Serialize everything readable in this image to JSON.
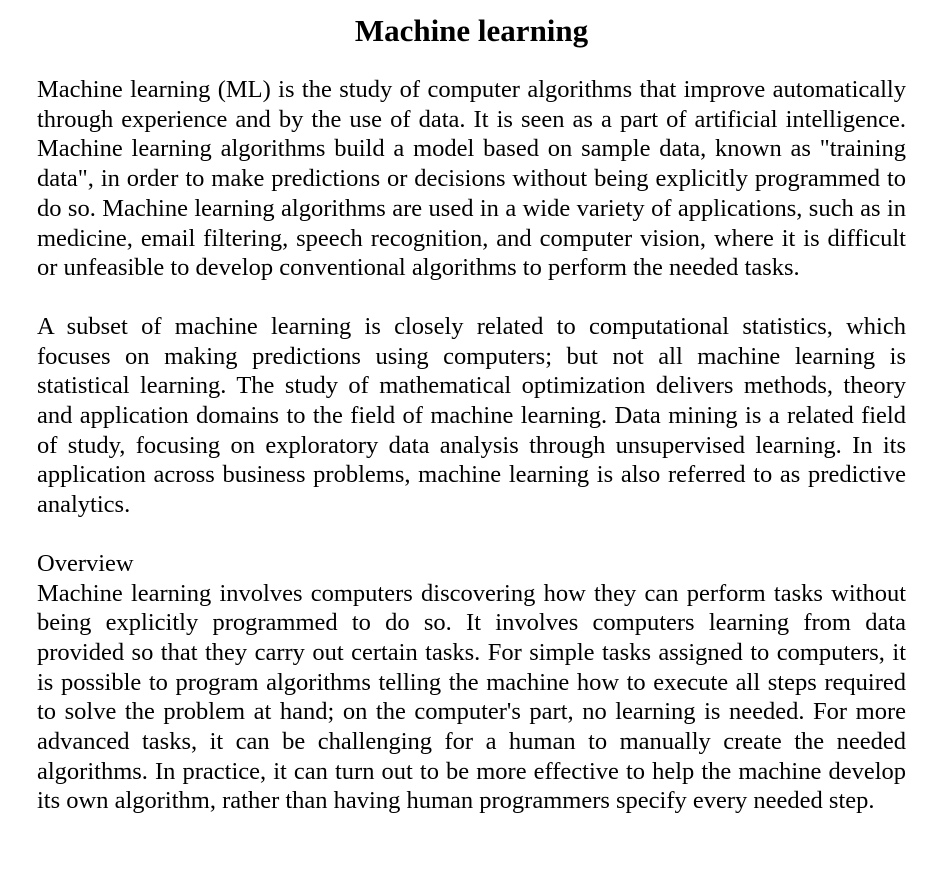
{
  "document": {
    "title": "Machine learning",
    "paragraphs": [
      "Machine learning (ML) is the study of computer algorithms that improve automatically through experience and by the use of data. It is seen as a part of artificial intelligence. Machine learning algorithms build a model based on sample data, known as \"training data\", in order to make predictions or decisions without being explicitly programmed to do so. Machine learning algorithms are used in a wide variety of applications, such as in medicine, email filtering, speech recognition, and computer vision, where it is difficult or unfeasible to develop conventional algorithms to perform the needed tasks.",
      "A subset of machine learning is closely related to computational statistics, which focuses on making predictions using computers; but not all machine learning is statistical learning. The study of mathematical optimization delivers methods, theory and application domains to the field of machine learning. Data mining is a related field of study, focusing on exploratory data analysis through unsupervised learning. In its application across business problems, machine learning is also referred to as predictive analytics."
    ],
    "sections": [
      {
        "heading": "Overview",
        "text": "Machine learning involves computers discovering how they can perform tasks without being explicitly programmed to do so. It involves computers learning from data provided so that they carry out certain tasks. For simple tasks assigned to computers, it is possible to program algorithms telling the machine how to execute all steps required to solve the problem at hand; on the computer's part, no learning is needed. For more advanced tasks, it can be challenging for a human to manually create the needed algorithms. In practice, it can turn out to be more effective to help the machine develop its own algorithm, rather than having human programmers specify every needed step."
      }
    ]
  }
}
